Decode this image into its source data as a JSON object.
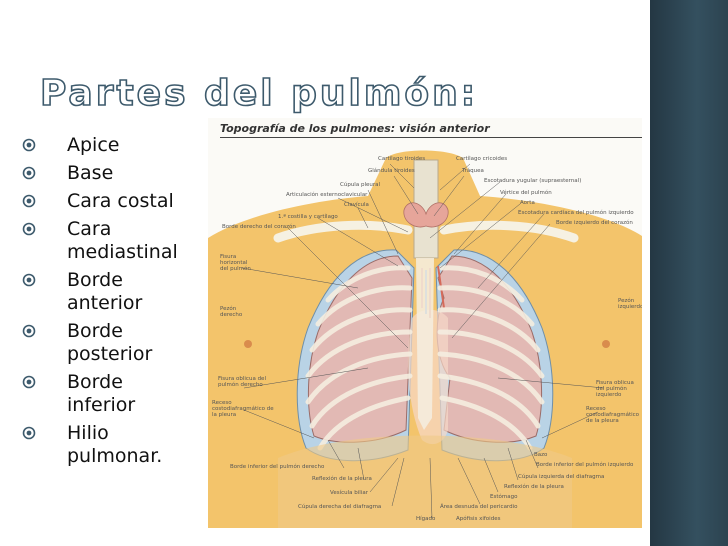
{
  "slide": {
    "title": "Partes del pulmón:",
    "bullets": [
      "Apice",
      "Base",
      "Cara costal",
      "Cara mediastinal",
      "Borde anterior",
      "Borde posterior",
      "Borde inferior",
      "Hilio pulmonar."
    ]
  },
  "figure": {
    "title": "Topografía de los pulmones: visión anterior",
    "labels": [
      "Cartílago tiroides",
      "Cartílago cricoides",
      "Glándula tiroides",
      "Tráquea",
      "Cúpula pleural",
      "Escotadura yugular (supraesternal)",
      "Articulación esternoclavicular",
      "Vértice del pulmón",
      "Clavícula",
      "Aorta",
      "1.ª costilla y cartílago",
      "Escotadura cardíaca del pulmón izquierdo",
      "Borde derecho del corazón",
      "Borde izquierdo del corazón",
      "Fisura horizontal del pulmón",
      "Pezón derecho",
      "Pezón izquierdo",
      "Fisura oblicua del pulmón derecho",
      "Fisura oblicua del pulmón izquierdo",
      "Receso costodiafragmático de la pleura",
      "Receso costodiafragmático de la pleura",
      "Bazo",
      "Borde inferior del pulmón derecho",
      "Borde inferior del pulmón izquierdo",
      "Cúpula izquierda del diafragma",
      "Reflexión de la pleura",
      "Reflexión de la pleura",
      "Vesícula biliar",
      "Estómago",
      "Área desnuda del pericardio",
      "Cúpula derecha del diafragma",
      "Hígado",
      "Apófisis xifoides"
    ]
  },
  "colors": {
    "title_outline": "#3d5a6c",
    "bullet_marker": "#3d5a6c",
    "right_band": "#2c4350",
    "skin": "#f3c46b",
    "lung": "#e2b9b4",
    "pleura": "#b9d3e6"
  },
  "icons": {
    "bullet": "target-bullet-icon"
  }
}
